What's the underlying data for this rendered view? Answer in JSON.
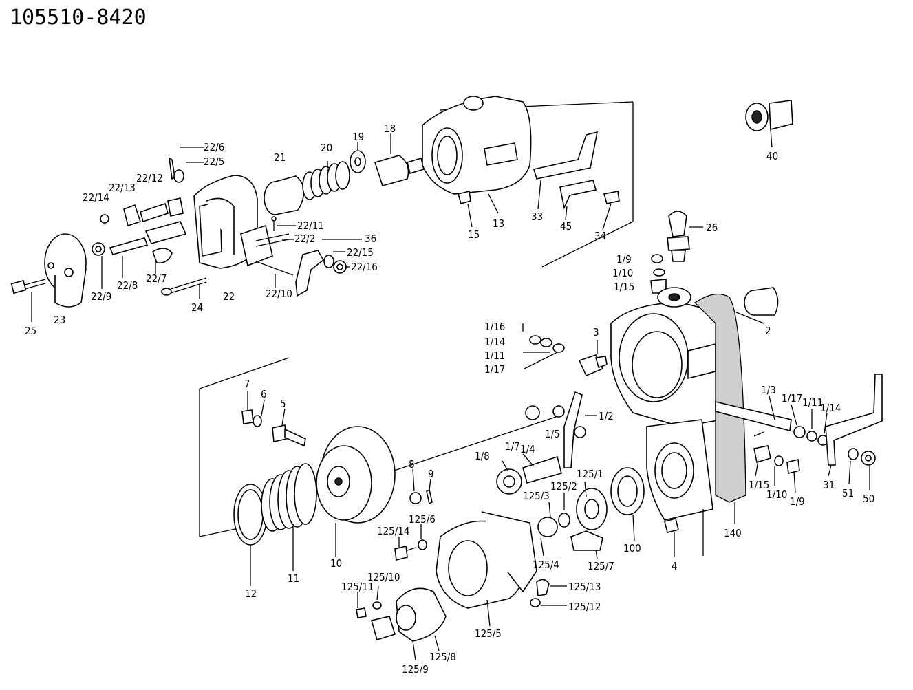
{
  "title": "105510-8420",
  "labels": [
    {
      "id": "lbl-22-6",
      "text": "22/6"
    },
    {
      "id": "lbl-22-5",
      "text": "22/5"
    },
    {
      "id": "lbl-22-12",
      "text": "22/12"
    },
    {
      "id": "lbl-22-13",
      "text": "22/13"
    },
    {
      "id": "lbl-22-14",
      "text": "22/14"
    },
    {
      "id": "lbl-21",
      "text": "21"
    },
    {
      "id": "lbl-20",
      "text": "20"
    },
    {
      "id": "lbl-19",
      "text": "19"
    },
    {
      "id": "lbl-18",
      "text": "18"
    },
    {
      "id": "lbl-40",
      "text": "40"
    },
    {
      "id": "lbl-22-11",
      "text": "22/11"
    },
    {
      "id": "lbl-22-2",
      "text": "22/2"
    },
    {
      "id": "lbl-36",
      "text": "36"
    },
    {
      "id": "lbl-22-15",
      "text": "22/15"
    },
    {
      "id": "lbl-22-16",
      "text": "22/16"
    },
    {
      "id": "lbl-22-9",
      "text": "22/9"
    },
    {
      "id": "lbl-22-8",
      "text": "22/8"
    },
    {
      "id": "lbl-22-7",
      "text": "22/7"
    },
    {
      "id": "lbl-24",
      "text": "24"
    },
    {
      "id": "lbl-22",
      "text": "22"
    },
    {
      "id": "lbl-22-10",
      "text": "22/10"
    },
    {
      "id": "lbl-25",
      "text": "25"
    },
    {
      "id": "lbl-23",
      "text": "23"
    },
    {
      "id": "lbl-15a",
      "text": "15"
    },
    {
      "id": "lbl-13",
      "text": "13"
    },
    {
      "id": "lbl-33",
      "text": "33"
    },
    {
      "id": "lbl-45",
      "text": "45"
    },
    {
      "id": "lbl-34",
      "text": "34"
    },
    {
      "id": "lbl-26",
      "text": "26"
    },
    {
      "id": "lbl-1-9a",
      "text": "1/9"
    },
    {
      "id": "lbl-1-10a",
      "text": "1/10"
    },
    {
      "id": "lbl-1-15a",
      "text": "1/15"
    },
    {
      "id": "lbl-2",
      "text": "2"
    },
    {
      "id": "lbl-1-16",
      "text": "1/16"
    },
    {
      "id": "lbl-1-14a",
      "text": "1/14"
    },
    {
      "id": "lbl-1-11a",
      "text": "1/11"
    },
    {
      "id": "lbl-1-17a",
      "text": "1/17"
    },
    {
      "id": "lbl-3",
      "text": "3"
    },
    {
      "id": "lbl-7",
      "text": "7"
    },
    {
      "id": "lbl-6",
      "text": "6"
    },
    {
      "id": "lbl-5",
      "text": "5"
    },
    {
      "id": "lbl-1-2",
      "text": "1/2"
    },
    {
      "id": "lbl-1-5a",
      "text": "1/5"
    },
    {
      "id": "lbl-1-7",
      "text": "1/7"
    },
    {
      "id": "lbl-1-4",
      "text": "1/4"
    },
    {
      "id": "lbl-1-8",
      "text": "1/8"
    },
    {
      "id": "lbl-1-3",
      "text": "1/3"
    },
    {
      "id": "lbl-1-17b",
      "text": "1/17"
    },
    {
      "id": "lbl-1-11b",
      "text": "1/11"
    },
    {
      "id": "lbl-1-14b",
      "text": "1/14"
    },
    {
      "id": "lbl-125-1",
      "text": "125/1"
    },
    {
      "id": "lbl-125-2",
      "text": "125/2"
    },
    {
      "id": "lbl-125-3",
      "text": "125/3"
    },
    {
      "id": "lbl-8",
      "text": "8"
    },
    {
      "id": "lbl-9",
      "text": "9"
    },
    {
      "id": "lbl-125-6",
      "text": "125/6"
    },
    {
      "id": "lbl-125-14",
      "text": "125/14"
    },
    {
      "id": "lbl-1-15b",
      "text": "1/15"
    },
    {
      "id": "lbl-1-10b",
      "text": "1/10"
    },
    {
      "id": "lbl-1-9b",
      "text": "1/9"
    },
    {
      "id": "lbl-31",
      "text": "31"
    },
    {
      "id": "lbl-51",
      "text": "51"
    },
    {
      "id": "lbl-50",
      "text": "50"
    },
    {
      "id": "lbl-140",
      "text": "140"
    },
    {
      "id": "lbl-100",
      "text": "100"
    },
    {
      "id": "lbl-4",
      "text": "4"
    },
    {
      "id": "lbl-125-4",
      "text": "125/4"
    },
    {
      "id": "lbl-125-7",
      "text": "125/7"
    },
    {
      "id": "lbl-12",
      "text": "12"
    },
    {
      "id": "lbl-11",
      "text": "11"
    },
    {
      "id": "lbl-10",
      "text": "10"
    },
    {
      "id": "lbl-125-10",
      "text": "125/10"
    },
    {
      "id": "lbl-125-11",
      "text": "125/11"
    },
    {
      "id": "lbl-125-13",
      "text": "125/13"
    },
    {
      "id": "lbl-125-12",
      "text": "125/12"
    },
    {
      "id": "lbl-125-5",
      "text": "125/5"
    },
    {
      "id": "lbl-125-8",
      "text": "125/8"
    },
    {
      "id": "lbl-125-9",
      "text": "125/9"
    }
  ]
}
